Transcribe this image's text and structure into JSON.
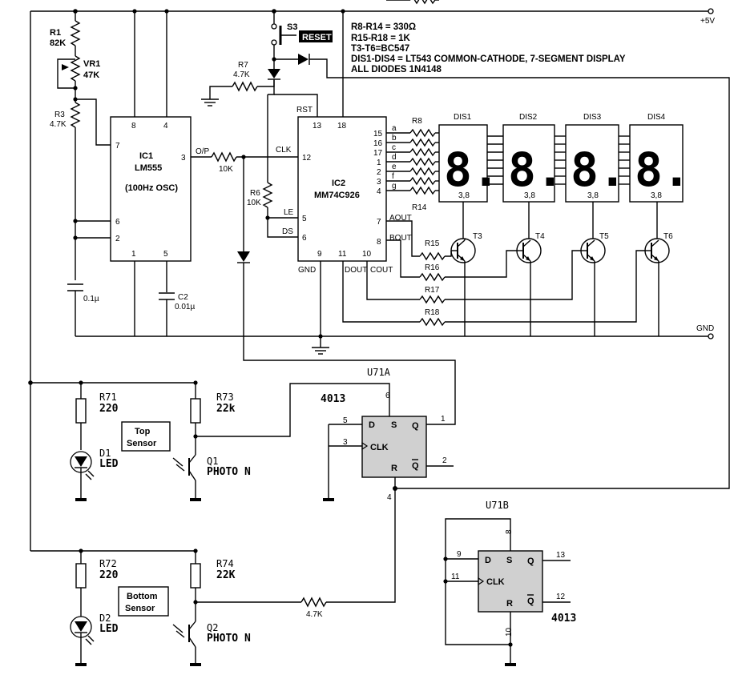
{
  "notes": [
    "R8-R14 = 330Ω",
    "R15-R18 = 1K",
    "T3-T6=BC547",
    "DIS1-DIS4 = LT543 COMMON-CATHODE, 7-SEGMENT DISPLAY",
    "ALL DIODES 1N4148"
  ],
  "rails": {
    "vcc": "+5V",
    "gnd": "GND"
  },
  "switch": {
    "name": "S3",
    "label": "RESET"
  },
  "r1": {
    "name": "R1",
    "value": "82K"
  },
  "vr1": {
    "name": "VR1",
    "value": "47K"
  },
  "r3": {
    "name": "R3",
    "value": "4.7K"
  },
  "r7": {
    "name": "R7",
    "value": "4.7K"
  },
  "r6": {
    "name": "R6",
    "value": "10K"
  },
  "r_op": {
    "value": "10K"
  },
  "c1": {
    "value": "0.1µ"
  },
  "c2": {
    "name": "C2",
    "value": "0.01µ"
  },
  "ic1": {
    "name": "IC1",
    "part": "LM555",
    "desc": "(100Hz OSC)",
    "op": "O/P",
    "pins": {
      "p8": "8",
      "p4": "4",
      "p7": "7",
      "p3": "3",
      "p6": "6",
      "p2": "2",
      "p1": "1",
      "p5": "5"
    }
  },
  "ic2": {
    "name": "IC2",
    "part": "MM74C926",
    "rst": "RST",
    "clk": "CLK",
    "le": "LE",
    "ds": "DS",
    "gnd": "GND",
    "dout": "DOUT",
    "cout": "COUT",
    "aout": "AOUT",
    "bout": "BOUT",
    "pins": {
      "p13": "13",
      "p18": "18",
      "p12": "12",
      "p5": "5",
      "p6": "6",
      "p9": "9",
      "p11": "11",
      "p10": "10",
      "p7": "7",
      "p8": "8"
    },
    "seg_pins": [
      "15",
      "16",
      "17",
      "1",
      "2",
      "3",
      "4"
    ],
    "seg_letters": [
      "a",
      "b",
      "c",
      "d",
      "e",
      "f",
      "g"
    ]
  },
  "r8": {
    "name": "R8"
  },
  "r14": {
    "name": "R14"
  },
  "displays": [
    {
      "name": "DIS1",
      "pins": "3,8",
      "glyph": "8."
    },
    {
      "name": "DIS2",
      "pins": "3,8",
      "glyph": "8."
    },
    {
      "name": "DIS3",
      "pins": "3,8",
      "glyph": "8."
    },
    {
      "name": "DIS4",
      "pins": "3,8",
      "glyph": "8."
    }
  ],
  "transistors": [
    "T3",
    "T4",
    "T5",
    "T6"
  ],
  "base_res": [
    "R15",
    "R16",
    "R17",
    "R18"
  ],
  "u71a": {
    "name": "U71A",
    "part": "4013",
    "d": "D",
    "s": "S",
    "q": "Q",
    "clk": "CLK",
    "r": "R",
    "qbar": "Q",
    "pins": {
      "p6": "6",
      "p5": "5",
      "p3": "3",
      "p1": "1",
      "p2": "2",
      "p4": "4"
    }
  },
  "u71b": {
    "name": "U71B",
    "part": "4013",
    "d": "D",
    "s": "S",
    "q": "Q",
    "clk": "CLK",
    "r": "R",
    "qbar": "Q",
    "pins": {
      "p8": "8",
      "p9": "9",
      "p11": "11",
      "p13": "13",
      "p12": "12",
      "p10": "10"
    }
  },
  "top_sensor": {
    "line1": "Top",
    "line2": "Sensor"
  },
  "bottom_sensor": {
    "line1": "Bottom",
    "line2": "Sensor"
  },
  "r71": {
    "name": "R71",
    "value": "220"
  },
  "r72": {
    "name": "R72",
    "value": "220"
  },
  "r73": {
    "name": "R73",
    "value": "22k"
  },
  "r74": {
    "name": "R74",
    "value": "22K"
  },
  "r_bot": {
    "value": "4.7K"
  },
  "d1": {
    "name": "D1",
    "type": "LED"
  },
  "d2": {
    "name": "D2",
    "type": "LED"
  },
  "q1": {
    "name": "Q1",
    "type": "PHOTO N"
  },
  "q2": {
    "name": "Q2",
    "type": "PHOTO N"
  }
}
